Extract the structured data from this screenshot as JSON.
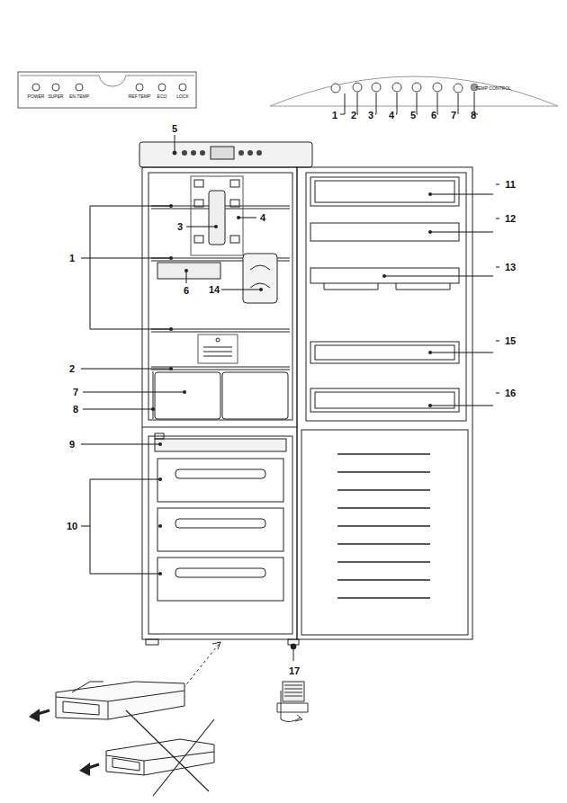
{
  "diagram": {
    "labels": [
      "POWER",
      "SUPER",
      "EN.TEMP",
      "REF.TEMP",
      "ECO",
      "LOCK",
      "1",
      "2",
      "3",
      "4",
      "5",
      "6",
      "7",
      "8",
      "TEMP CONTROL",
      "5",
      "11",
      "12",
      "1",
      "3",
      "4",
      "13",
      "6",
      "14",
      "15",
      "2",
      "16",
      "7",
      "8",
      "9",
      "10",
      "17"
    ]
  }
}
